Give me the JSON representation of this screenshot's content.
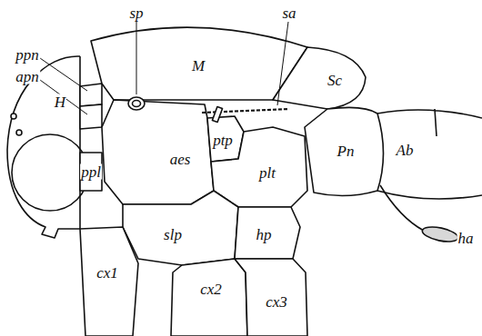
{
  "diagram": {
    "labels": [
      "sp",
      "sa",
      "ppn",
      "apn",
      "M",
      "Sc",
      "H",
      "Pn",
      "Ab",
      "aes",
      "ptp",
      "plt",
      "ppl",
      "slp",
      "hp",
      "ha",
      "cx1",
      "cx2",
      "cx3"
    ]
  }
}
